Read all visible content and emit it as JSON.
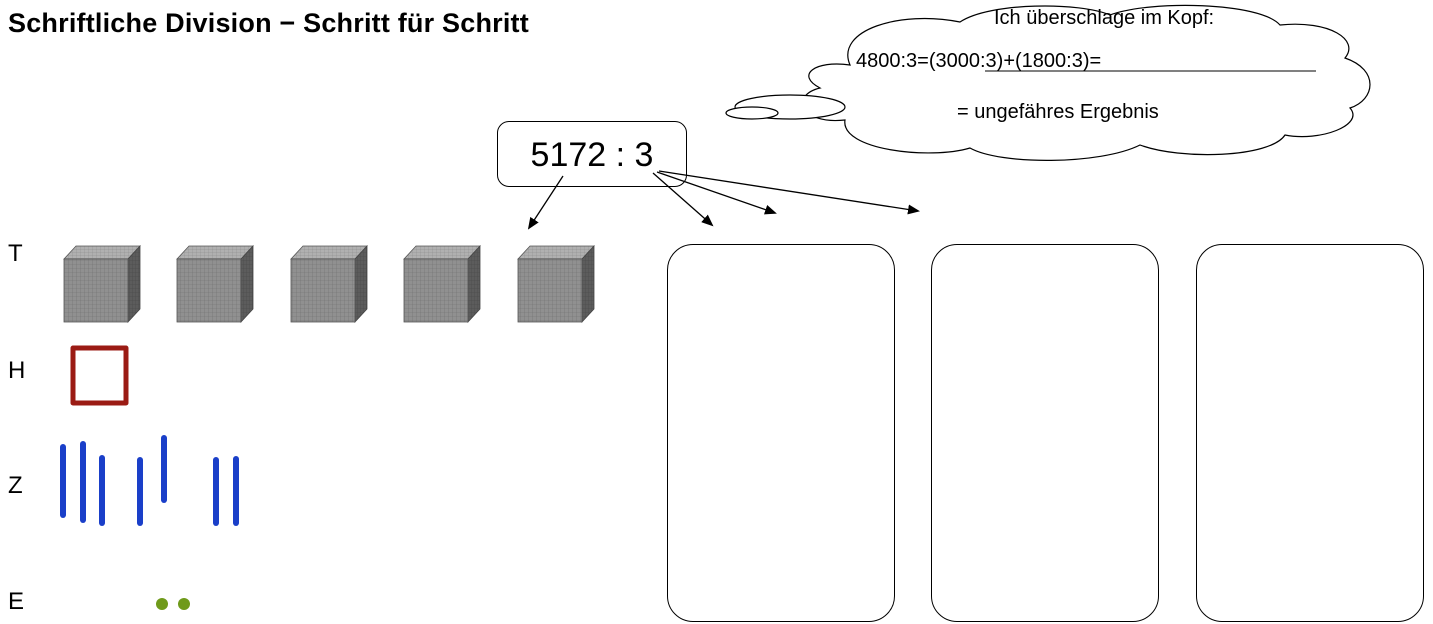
{
  "title": "Schriftliche Division − Schritt für Schritt",
  "task": "5172 : 3",
  "cloud": {
    "line1": "Ich überschlage im Kopf:",
    "line2": "4800:3=(3000:3)+(1800:3)=",
    "line3": "= ungefähres Ergebnis"
  },
  "place_values": {
    "thousands": {
      "label": "T",
      "count": 5
    },
    "hundreds": {
      "label": "H",
      "count": 1
    },
    "tens": {
      "label": "Z",
      "count": 7
    },
    "ones": {
      "label": "E",
      "count": 2
    }
  },
  "answer_boxes": 3,
  "colors": {
    "cube": "#8a8a8a",
    "hundred_square": "#9b1b14",
    "ten_stick": "#1a3fc9",
    "one_dot": "#6f9a1a"
  }
}
